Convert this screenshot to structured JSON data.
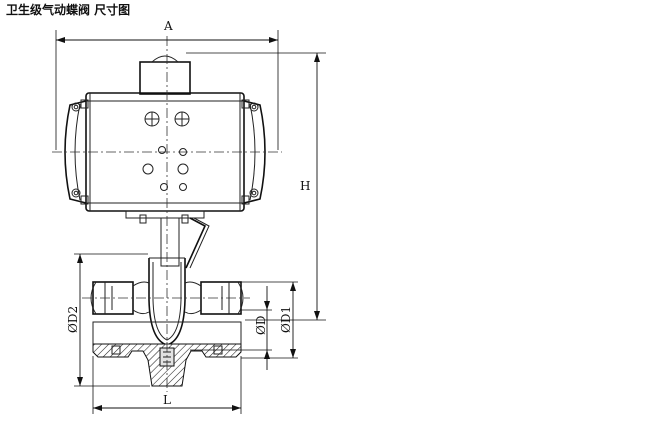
{
  "title": "卫生级气动蝶阀 尺寸图",
  "dimensions": {
    "A": "A",
    "H": "H",
    "L": "L",
    "D": "ØD",
    "D1": "ØD1",
    "D2": "ØD2"
  }
}
